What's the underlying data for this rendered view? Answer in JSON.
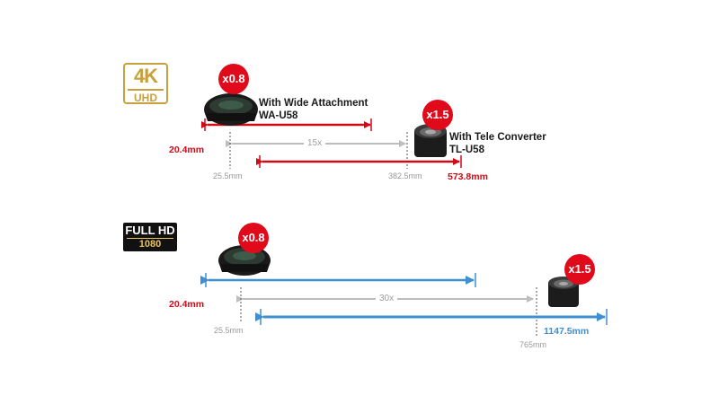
{
  "uhd": {
    "badge_top": "4K",
    "badge_bottom": "UHD",
    "wide_multiplier": "x0.8",
    "wide_label_line1": "With Wide Attachment",
    "wide_label_line2": "WA-U58",
    "tele_multiplier": "x1.5",
    "tele_label_line1": "With Tele Converter",
    "tele_label_line2": "TL-U58",
    "wide_focal": "20.4mm",
    "base_wide": "25.5mm",
    "base_tele": "382.5mm",
    "tele_focal": "573.8mm",
    "zoom_ratio": "15x"
  },
  "fhd": {
    "badge_top": "FULL HD",
    "badge_bottom": "1080",
    "wide_multiplier": "x0.8",
    "tele_multiplier": "x1.5",
    "wide_focal": "20.4mm",
    "base_wide": "25.5mm",
    "base_tele": "765mm",
    "tele_focal": "1147.5mm",
    "zoom_ratio": "30x"
  },
  "colors": {
    "red": "#d10a17",
    "blue": "#3f8fd2",
    "grey": "#bdbdbd",
    "gold": "#c8a03c"
  }
}
